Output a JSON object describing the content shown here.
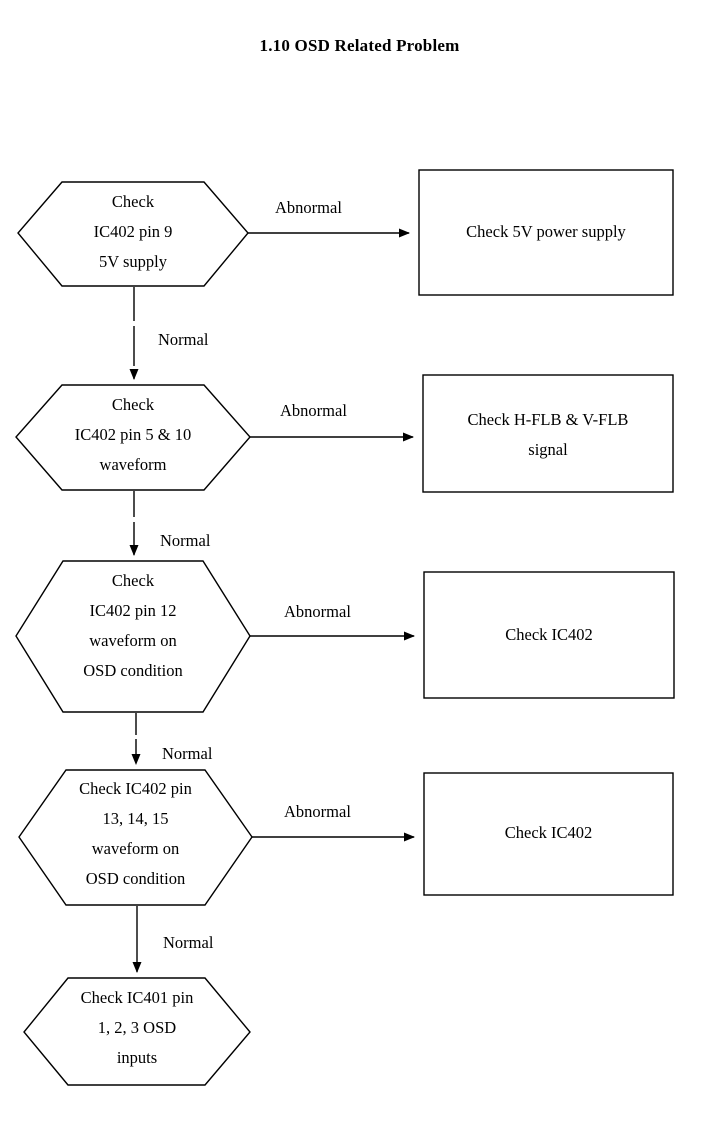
{
  "document": {
    "title": "1.10 OSD Related Problem"
  },
  "diagram": {
    "type": "flowchart",
    "orientation": "top-to-bottom",
    "decisions": [
      {
        "id": "check-ic402-pin9",
        "shape": "hexagon",
        "lines": [
          "Check",
          "IC402 pin 9",
          "5V supply"
        ],
        "text": "Check\nIC402 pin 9\n5V supply"
      },
      {
        "id": "check-ic402-pin5-10",
        "shape": "hexagon",
        "lines": [
          "Check",
          "IC402 pin 5 & 10",
          "waveform"
        ],
        "text": "Check\nIC402 pin 5 & 10\nwaveform"
      },
      {
        "id": "check-ic402-pin12",
        "shape": "hexagon",
        "lines": [
          "Check",
          "IC402 pin 12",
          "waveform on",
          "OSD condition"
        ],
        "text": "Check\nIC402 pin 12\nwaveform on\nOSD condition"
      },
      {
        "id": "check-ic402-pin13-14-15",
        "shape": "hexagon",
        "lines": [
          "Check IC402 pin",
          "13, 14, 15",
          "waveform on",
          "OSD condition"
        ],
        "text": "Check IC402 pin\n13, 14, 15\nwaveform on\nOSD condition"
      },
      {
        "id": "check-ic401-pin1-2-3",
        "shape": "hexagon",
        "lines": [
          "Check IC401 pin",
          "1, 2, 3 OSD",
          "inputs"
        ],
        "text": "Check IC401 pin\n1, 2, 3 OSD\ninputs"
      }
    ],
    "actions": [
      {
        "id": "check-5v-power-supply",
        "shape": "rectangle",
        "lines": [
          "Check 5V power supply"
        ],
        "text": "Check 5V power supply"
      },
      {
        "id": "check-hflb-vflb-signal",
        "shape": "rectangle",
        "lines": [
          "Check H-FLB & V-FLB",
          "signal"
        ],
        "text": "Check H-FLB & V-FLB\nsignal"
      },
      {
        "id": "check-ic402-a",
        "shape": "rectangle",
        "lines": [
          "Check IC402"
        ],
        "text": "Check IC402"
      },
      {
        "id": "check-ic402-b",
        "shape": "rectangle",
        "lines": [
          "Check IC402"
        ],
        "text": "Check IC402"
      }
    ],
    "edge_labels": {
      "abnormal_1": "Abnormal",
      "abnormal_2": "Abnormal",
      "abnormal_3": "Abnormal",
      "abnormal_4": "Abnormal",
      "normal_1": "Normal",
      "normal_2": "Normal",
      "normal_3": "Normal",
      "normal_4": "Normal"
    },
    "style": {
      "stroke_color": "#000000",
      "fill_color": "#ffffff",
      "background_color": "#ffffff",
      "stroke_width": 1.4
    }
  }
}
